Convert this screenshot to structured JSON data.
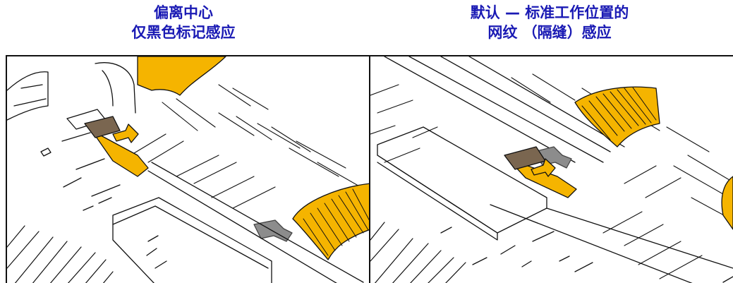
{
  "left_panel": {
    "title_line1": "偏离中心",
    "title_line2": "仅黑色标记感应"
  },
  "right_panel": {
    "title_line1": "默认 — 标准工作位置的",
    "title_line2": "网纹 （隔缝）感应"
  },
  "colors": {
    "caption": "#1a1ab4",
    "sensor_yellow": "#f5b400",
    "sensor_brown": "#7a6650",
    "guide_gray": "#8c8c8c",
    "line": "#111111"
  }
}
